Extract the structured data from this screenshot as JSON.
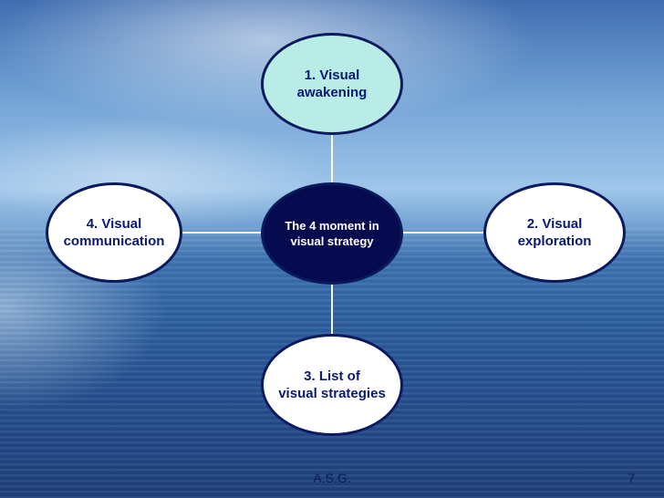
{
  "diagram": {
    "center": {
      "label": "The 4 moment in \n visual strategy"
    },
    "nodes": [
      {
        "id": "top",
        "label": "1.  Visual \n awakening"
      },
      {
        "id": "right",
        "label": "2. Visual \nexploration"
      },
      {
        "id": "bottom",
        "label": "3. List of \nvisual strategies"
      },
      {
        "id": "left",
        "label": "4. Visual \ncommunication"
      }
    ]
  },
  "footer": {
    "author": "A.S.G.",
    "page_number": "7"
  },
  "colors": {
    "node_border": "#0a1a5c",
    "top_fill": "#b9ece6",
    "center_fill": "#060a4e",
    "outer_fill": "#ffffff",
    "text_dark": "#0a1a6e"
  }
}
